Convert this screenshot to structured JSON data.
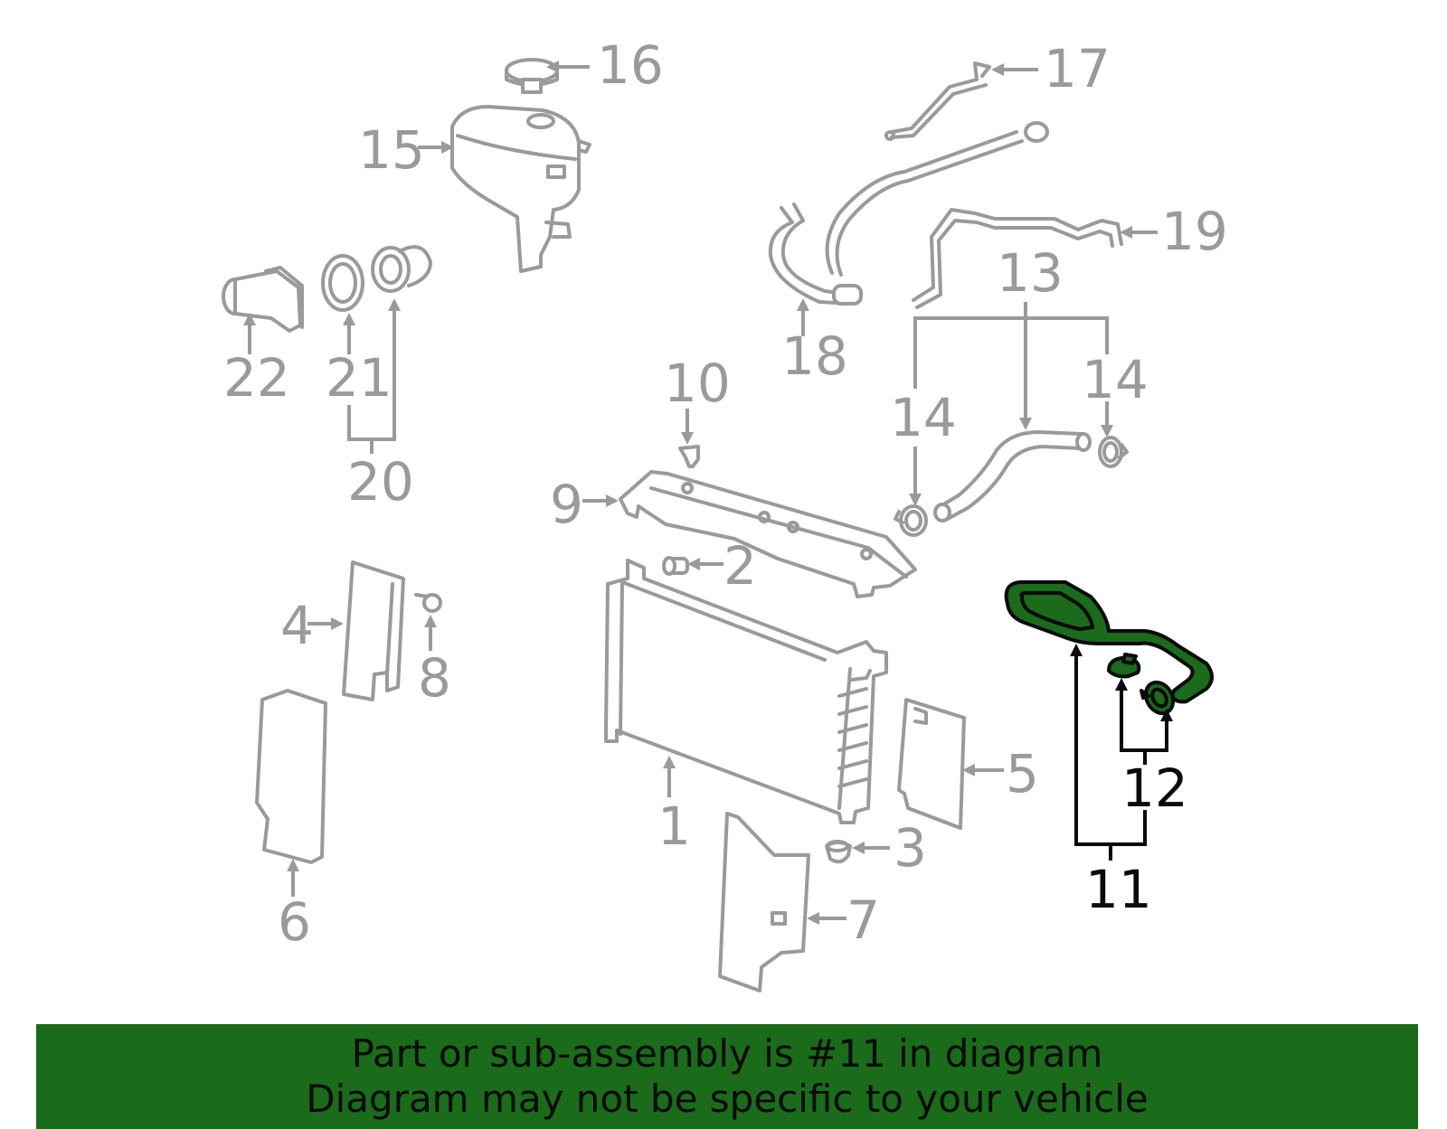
{
  "callouts": {
    "c1": "1",
    "c2": "2",
    "c3": "3",
    "c4": "4",
    "c5": "5",
    "c6": "6",
    "c7": "7",
    "c8": "8",
    "c9": "9",
    "c10": "10",
    "c11": "11",
    "c12": "12",
    "c13": "13",
    "c14a": "14",
    "c14b": "14",
    "c15": "15",
    "c16": "16",
    "c17": "17",
    "c18": "18",
    "c19": "19",
    "c20": "20",
    "c21": "21",
    "c22": "22"
  },
  "highlighted_part": "11",
  "colors": {
    "highlight": "#1a6b1a",
    "parts": "#9a9a9a",
    "text": "#0a0a0a"
  },
  "banner": {
    "line1": "Part or sub-assembly is #11 in diagram",
    "line2": "Diagram may not be specific to your vehicle"
  }
}
